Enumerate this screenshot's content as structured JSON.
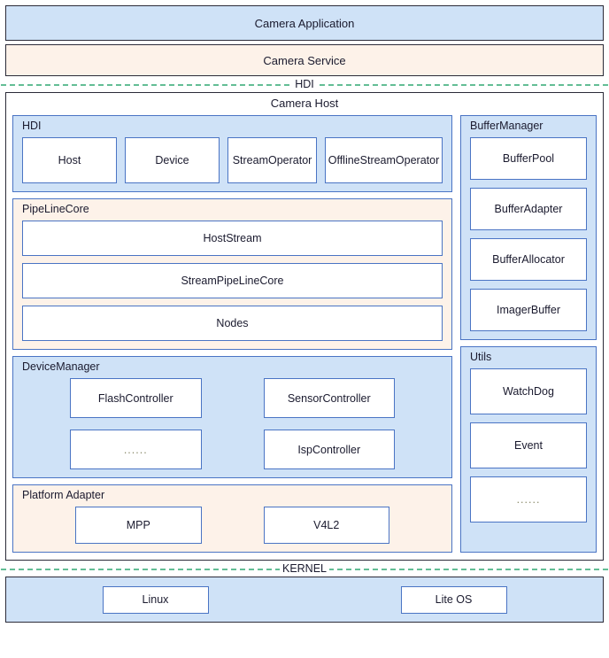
{
  "layers": {
    "camera_application": "Camera Application",
    "camera_service": "Camera Service",
    "hdi_divider": "HDI",
    "camera_host": "Camera Host",
    "kernel_divider": "KERNEL"
  },
  "groups": {
    "hdi": {
      "title": "HDI",
      "items": [
        "Host",
        "Device",
        "StreamOperator",
        "OfflineStreamOperator"
      ]
    },
    "pipeline_core": {
      "title": "PipeLineCore",
      "items": [
        "HostStream",
        "StreamPipeLineCore",
        "Nodes"
      ]
    },
    "device_manager": {
      "title": "DeviceManager",
      "items": [
        "FlashController",
        "SensorController",
        "......",
        "IspController"
      ]
    },
    "platform_adapter": {
      "title": "Platform Adapter",
      "items": [
        "MPP",
        "V4L2"
      ]
    },
    "buffer_manager": {
      "title": "BufferManager",
      "items": [
        "BufferPool",
        "BufferAdapter",
        "BufferAllocator",
        "ImagerBuffer"
      ]
    },
    "utils": {
      "title": "Utils",
      "items": [
        "WatchDog",
        "Event",
        "......"
      ]
    },
    "kernel": {
      "items": [
        "Linux",
        "Lite OS"
      ]
    }
  },
  "colors": {
    "blue_fill": "#cfe2f7",
    "cream_fill": "#fdf2e9",
    "node_border": "#4a74c4",
    "outer_border": "#2b2b38",
    "divider_green": "#63bd95",
    "text": "#1a1a2e"
  }
}
